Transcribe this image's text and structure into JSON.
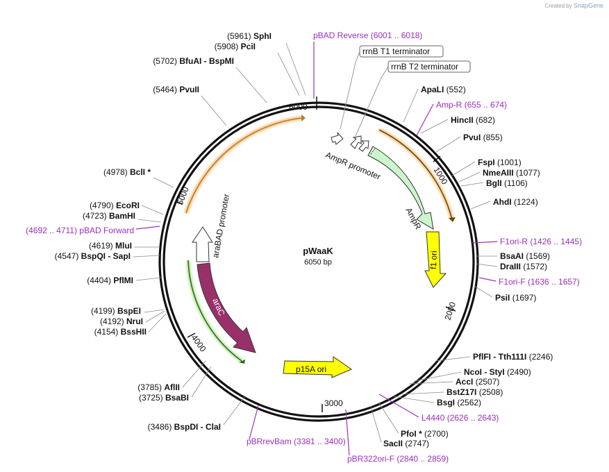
{
  "credit": {
    "prefix": "Created by",
    "brand": "SnapGene"
  },
  "plasmid": {
    "name": "pWaaK",
    "size_label": "6050 bp"
  },
  "ruler": [
    "1000",
    "2000",
    "3000",
    "4000",
    "5000",
    "6000"
  ],
  "sites": [
    {
      "pos": "(5961)",
      "name": "SphI"
    },
    {
      "pos": "(5908)",
      "name": "PciI"
    },
    {
      "pos": "(5702)",
      "name": "BfuAI - BspMI"
    },
    {
      "pos": "(5464)",
      "name": "PvuII"
    },
    {
      "pos": "(4978)",
      "name": "BclI *"
    },
    {
      "pos": "(4790)",
      "name": "EcoRI"
    },
    {
      "pos": "(4723)",
      "name": "BamHI"
    },
    {
      "pos": "(4619)",
      "name": "MluI"
    },
    {
      "pos": "(4547)",
      "name": "BspQI - SapI"
    },
    {
      "pos": "(4404)",
      "name": "PflMI"
    },
    {
      "pos": "(4199)",
      "name": "BspEI"
    },
    {
      "pos": "(4192)",
      "name": "NruI"
    },
    {
      "pos": "(4154)",
      "name": "BssHII"
    },
    {
      "pos": "(3785)",
      "name": "AflII"
    },
    {
      "pos": "(3725)",
      "name": "BsaBI"
    },
    {
      "pos": "(3486)",
      "name": "BspDI - ClaI"
    },
    {
      "name": "ApaLI",
      "pos": "(552)"
    },
    {
      "name": "HincII",
      "pos": "(682)"
    },
    {
      "name": "PvuI",
      "pos": "(855)"
    },
    {
      "name": "FspI",
      "pos": "(1001)"
    },
    {
      "name": "NmeAIII",
      "pos": "(1077)"
    },
    {
      "name": "BglI",
      "pos": "(1106)"
    },
    {
      "name": "AhdI",
      "pos": "(1224)"
    },
    {
      "name": "BsaAI",
      "pos": "(1569)"
    },
    {
      "name": "DraIII",
      "pos": "(1572)"
    },
    {
      "name": "PsiI",
      "pos": "(1697)"
    },
    {
      "name": "PflFI - Tth111I",
      "pos": "(2246)"
    },
    {
      "name": "NcoI - StyI",
      "pos": "(2490)"
    },
    {
      "name": "AccI",
      "pos": "(2507)"
    },
    {
      "name": "BstZ17I",
      "pos": "(2508)"
    },
    {
      "name": "BsgI",
      "pos": "(2562)"
    },
    {
      "name": "PfoI *",
      "pos": "(2700)"
    },
    {
      "name": "SacII",
      "pos": "(2747)"
    }
  ],
  "primers": [
    {
      "name": "pBAD Reverse",
      "range": "(6001 .. 6018)"
    },
    {
      "name": "Amp-R",
      "range": "(655 .. 674)"
    },
    {
      "name": "F1ori-R",
      "range": "(1426 .. 1445)"
    },
    {
      "name": "F1ori-F",
      "range": "(1636 .. 1657)"
    },
    {
      "name": "L4440",
      "range": "(2626 .. 2643)"
    },
    {
      "name": "pBR322ori-F",
      "range": "(2840 .. 2859)"
    },
    {
      "name": "pBRrevBam",
      "range": "(3381 .. 3400)"
    },
    {
      "name": "pBAD Forward",
      "range": "(4692 .. 4711)"
    }
  ],
  "terminators": [
    "rrnB T1 terminator",
    "rrnB T2 terminator"
  ],
  "features": {
    "ampr_promoter": "AmpR promoter",
    "ampr": "AmpR",
    "f1_ori": "f1 ori",
    "p15a_ori": "p15A ori",
    "arac": "araC",
    "arabad_promoter": "araBAD promoter"
  },
  "colors": {
    "backbone": "#111111",
    "primer": "#9b2fbf",
    "ampr_fill": "#ccf5cc",
    "f1_fill": "#ffff00",
    "arac_fill": "#99306a",
    "orange_arc": "#e8a54a",
    "green_arc": "#6ab04c"
  }
}
